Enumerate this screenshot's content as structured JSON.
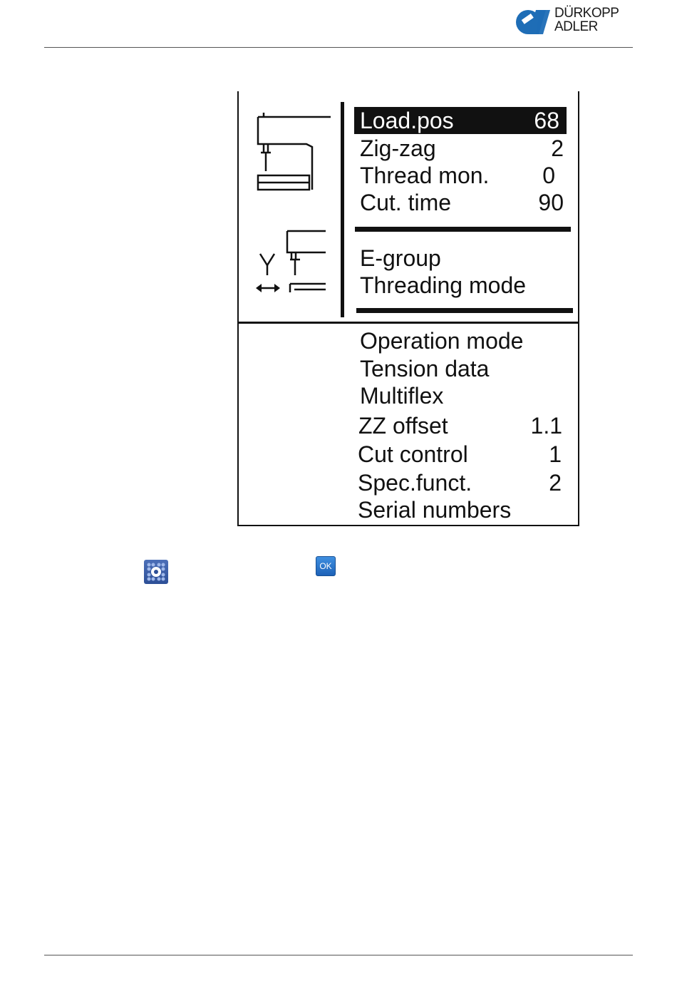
{
  "header": {
    "logo_text": [
      "DÜRKOPP",
      "ADLER"
    ],
    "brand_color": "#1e6db6"
  },
  "screen": {
    "menu_top": [
      {
        "label": "Load.pos",
        "value": "68",
        "selected": true
      },
      {
        "label": "Zig-zag",
        "value": "2"
      },
      {
        "label": "Thread mon.",
        "value": "0"
      },
      {
        "label": "Cut. time",
        "value": "90"
      }
    ],
    "menu_mid": [
      {
        "label": "E-group"
      },
      {
        "label": "Threading mode"
      }
    ],
    "menu_bottom": [
      {
        "label": "Operation mode",
        "value": ""
      },
      {
        "label": "Tension data",
        "value": ""
      },
      {
        "label": "Multiflex",
        "value": ""
      },
      {
        "label": "ZZ offset",
        "value": "1.1"
      },
      {
        "label": "Cut control",
        "value": "1"
      },
      {
        "label": "Spec.funct.",
        "value": "2"
      },
      {
        "label": "Serial numbers",
        "value": ""
      }
    ],
    "icons": [
      "sewing-machine-icon",
      "y-axis-adjust-icon"
    ]
  },
  "buttons": {
    "settings_icon": "settings-icon",
    "ok_label": "OK"
  }
}
